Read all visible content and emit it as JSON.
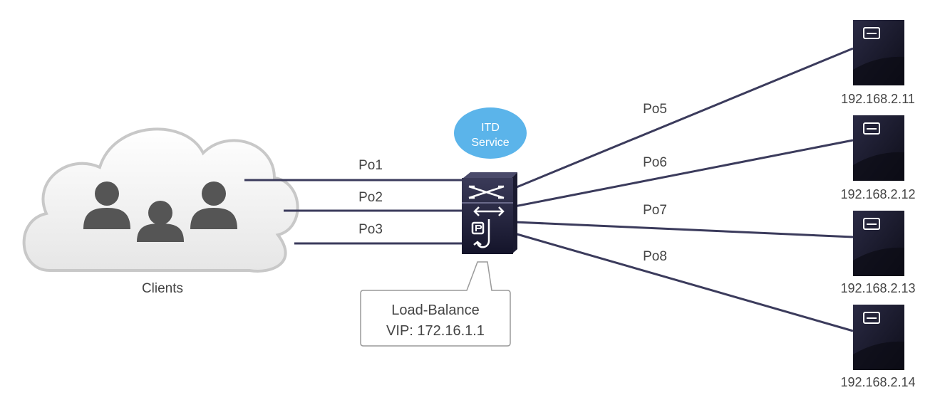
{
  "clients_label": "Clients",
  "itd_service": {
    "line1": "ITD",
    "line2": "Service"
  },
  "callout": {
    "line1": "Load-Balance",
    "line2": "VIP: 172.16.1.1"
  },
  "client_links": [
    "Po1",
    "Po2",
    "Po3"
  ],
  "server_links": [
    "Po5",
    "Po6",
    "Po7",
    "Po8"
  ],
  "servers": [
    "192.168.2.11",
    "192.168.2.12",
    "192.168.2.13",
    "192.168.2.14"
  ],
  "colors": {
    "link": "#3b3b5c",
    "itd_bubble": "#5bb4ea",
    "server_body": "#1a1a2e",
    "cloud_fill": "#ececec",
    "user_icon": "#555555"
  }
}
